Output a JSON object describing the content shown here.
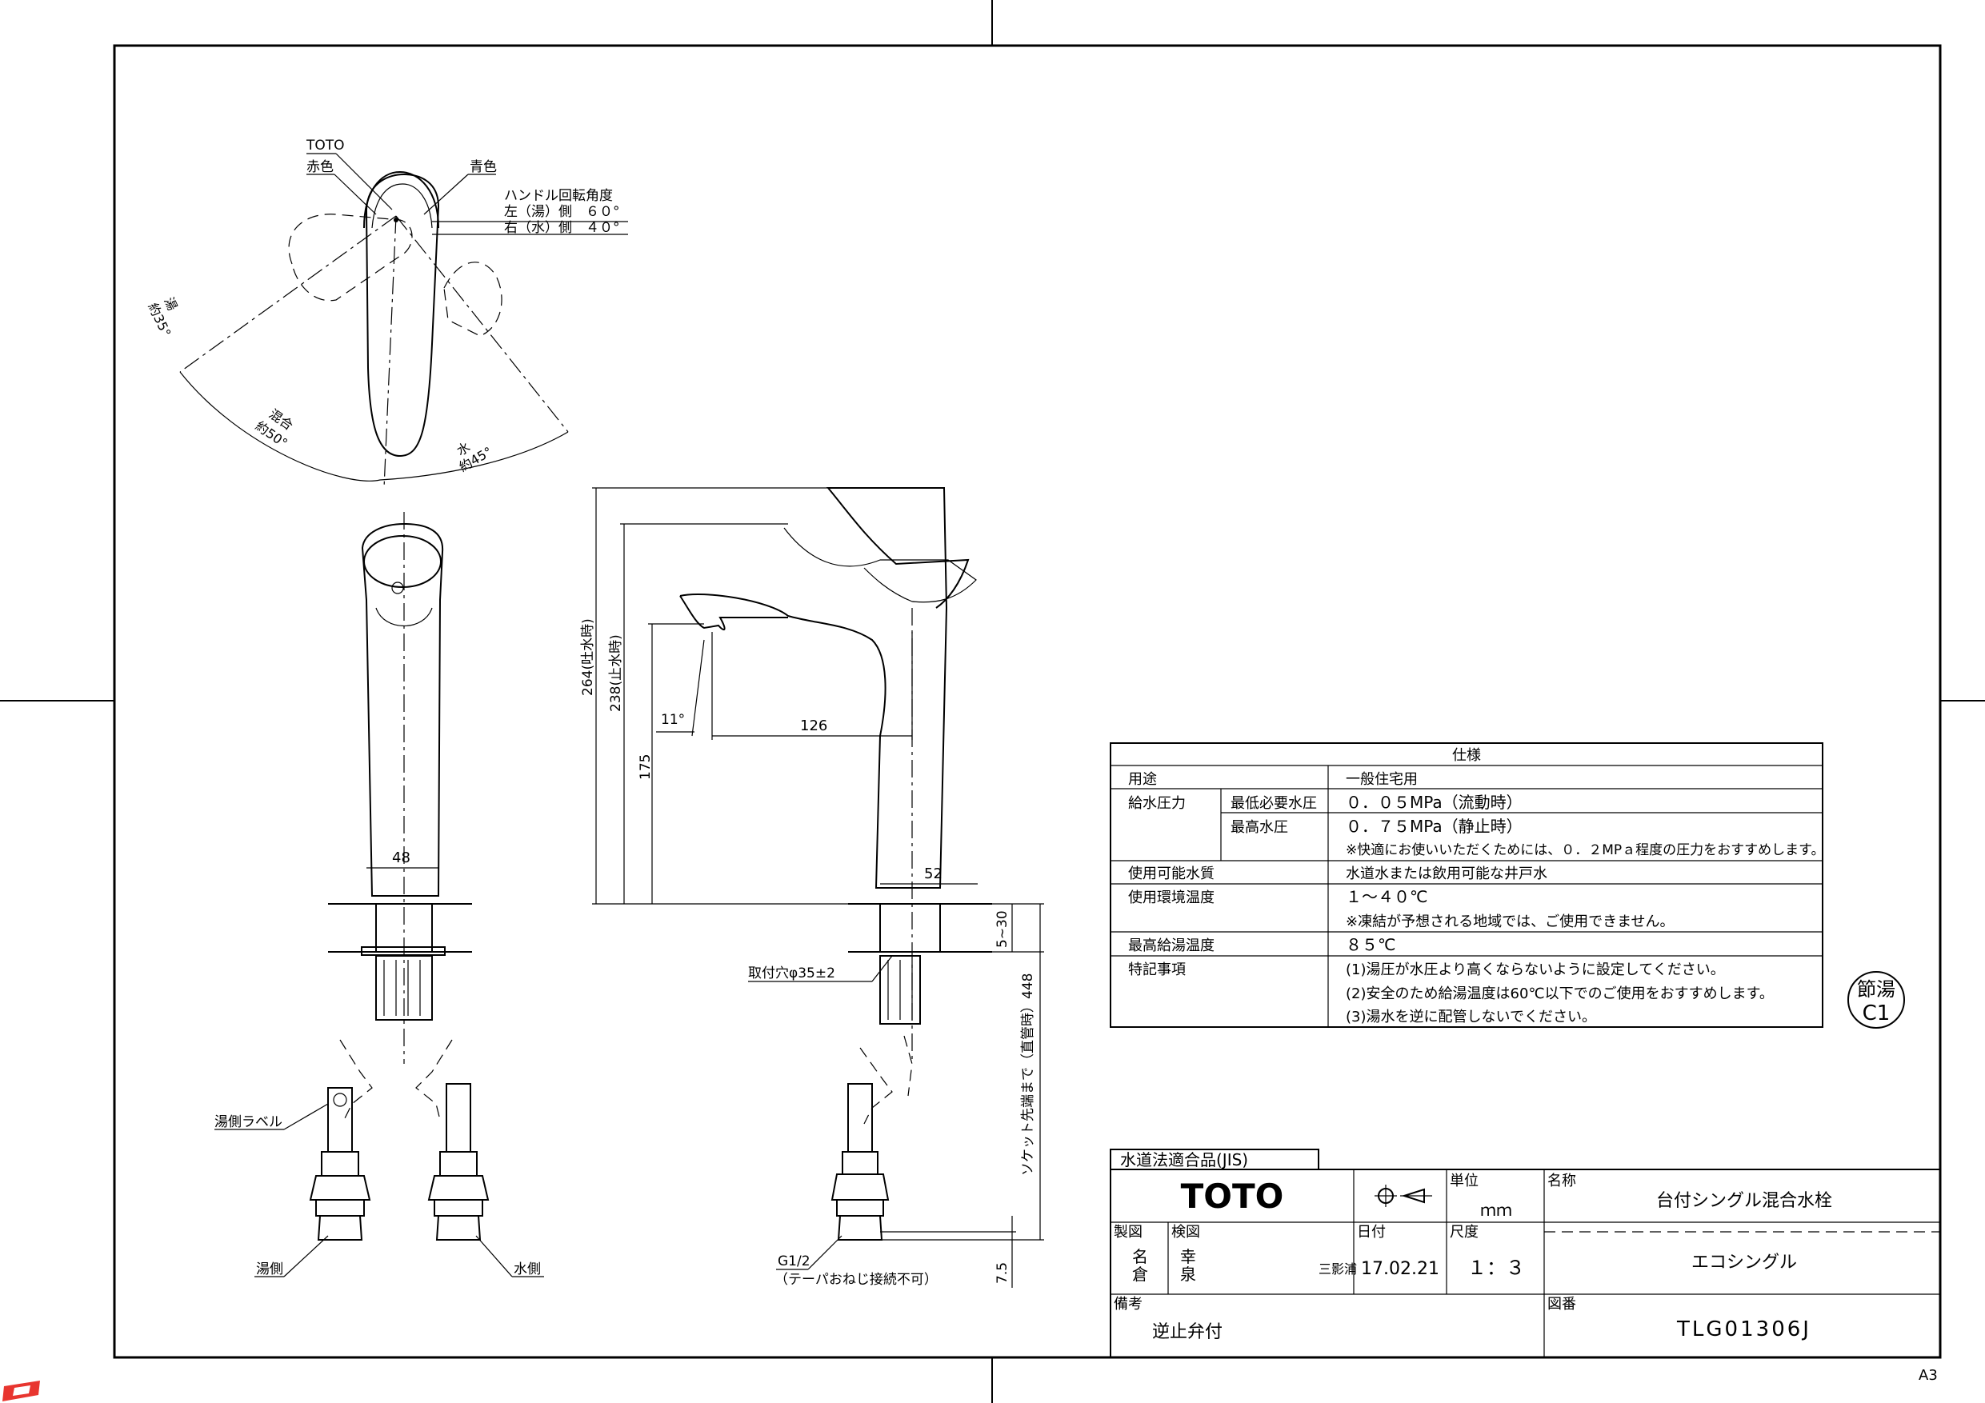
{
  "top_view": {
    "brand": "TOTO",
    "red_label": "赤色",
    "blue_label": "青色",
    "handle_angle_title": "ハンドル回転角度",
    "left_hot": "左（湯）側　６０°",
    "right_cold": "右（水）側　４０°",
    "hot_label": "湯",
    "hot_angle": "約35°",
    "mix_label": "混合",
    "mix_angle": "約50°",
    "cold_label": "水",
    "cold_angle": "約45°"
  },
  "front_view": {
    "width_dim": "48",
    "hot_label_tag": "湯側ラベル",
    "hot_side": "湯側",
    "cold_side": "水側"
  },
  "side_view": {
    "height_spout": "264(吐水時)",
    "height_stop": "238(止水時)",
    "height_175": "175",
    "reach": "126",
    "angle": "11°",
    "base_dim": "52",
    "deck_thickness": "5~30",
    "mount_hole": "取付穴φ35±2",
    "socket_depth": "ソケット先端まで（直管時）448",
    "thread_size": "G1/2",
    "thread_note": "（テーパおねじ接続不可）",
    "dim_7_5": "7.5"
  },
  "spec_table": {
    "title": "仕様",
    "rows": [
      {
        "label": "用途",
        "sub": "",
        "value": "一般住宅用"
      },
      {
        "label": "給水圧力",
        "sub": "最低必要水圧",
        "value": "０．０５MPa（流動時）"
      },
      {
        "label": "",
        "sub": "最高水圧",
        "value": "０．７５MPa（静止時）"
      },
      {
        "label": "",
        "sub": "",
        "value": "※快適にお使いいただくためには、０．２MPａ程度の圧力をおすすめします。"
      },
      {
        "label": "使用可能水質",
        "sub": "",
        "value": "水道水または飲用可能な井戸水"
      },
      {
        "label": "使用環境温度",
        "sub": "",
        "value": "１～４０℃"
      },
      {
        "label": "",
        "sub": "",
        "value": "※凍結が予想される地域では、ご使用できません。"
      },
      {
        "label": "最高給湯温度",
        "sub": "",
        "value": "８５℃"
      },
      {
        "label": "特記事項",
        "sub": "",
        "value": "(1)湯圧が水圧より高くならないように設定してください。"
      },
      {
        "label": "",
        "sub": "",
        "value": "(2)安全のため給湯温度は60℃以下でのご使用をおすすめします。"
      },
      {
        "label": "",
        "sub": "",
        "value": "(3)湯水を逆に配管しないでください。"
      }
    ]
  },
  "badge": {
    "line1": "節湯",
    "line2": "C1"
  },
  "title_block": {
    "jis_label": "水道法適合品(JIS)",
    "logo": "TOTO",
    "unit_label": "単位",
    "unit_value": "ｍｍ",
    "name_label": "名称",
    "name_value": "台付シングル混合水栓",
    "subname": "エコシングル",
    "drawn_label": "製図",
    "drawn_by_1": "名",
    "drawn_by_2": "倉",
    "checked_label": "検図",
    "checked_by_1": "幸",
    "checked_by_2": "泉",
    "stamp": "三影浦",
    "date_label": "日付",
    "date_value": "17.02.21",
    "scale_label": "尺度",
    "scale_value": "１：３",
    "remarks_label": "備考",
    "remarks_value": "逆止弁付",
    "drawing_no_label": "図番",
    "drawing_no": "TLG01306J"
  },
  "paper_size": "A3"
}
